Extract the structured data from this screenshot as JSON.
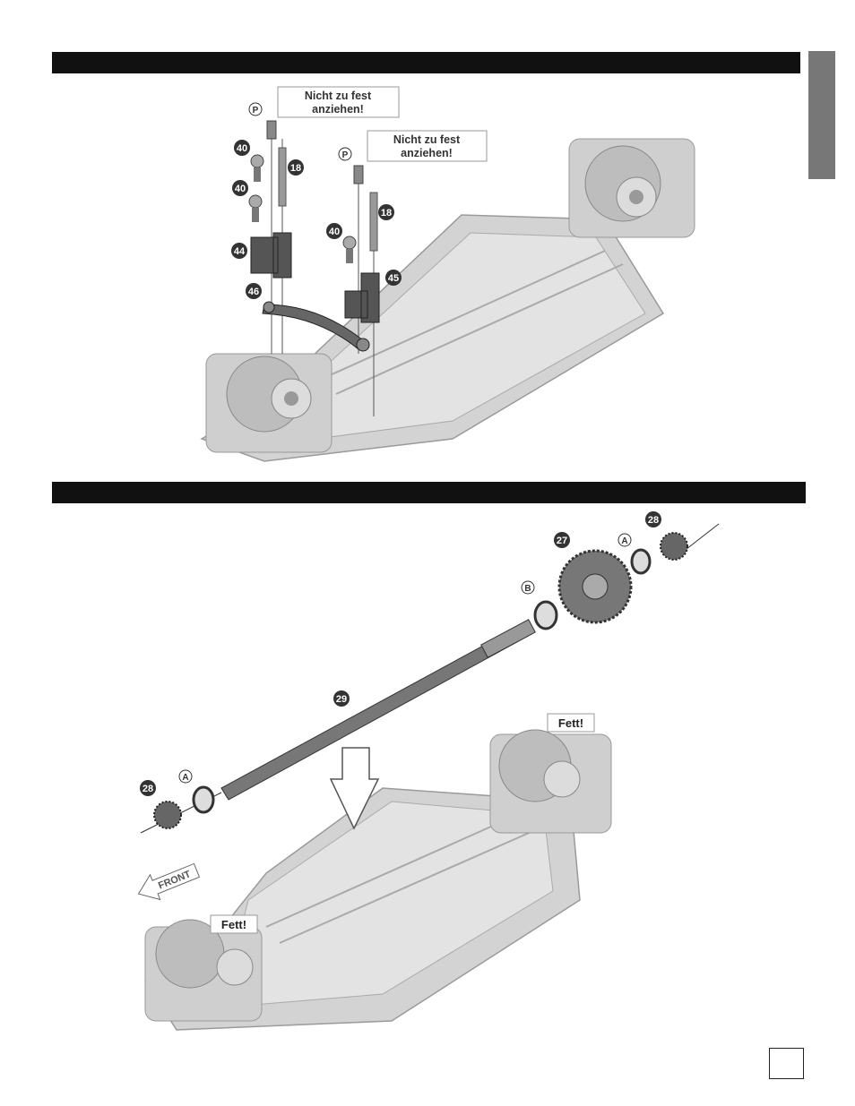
{
  "page": {
    "side_tab": {
      "color": "#777777"
    },
    "header_bar_color": "#111111"
  },
  "step1": {
    "callouts": [
      "Nicht zu fest anziehen!",
      "Nicht zu fest anziehen!"
    ],
    "callout_lines": [
      [
        "Nicht zu fest",
        "anziehen!"
      ],
      [
        "Nicht zu fest",
        "anziehen!"
      ]
    ],
    "part_labels": [
      "P",
      "P",
      "40",
      "40",
      "40",
      "18",
      "18",
      "44",
      "45",
      "46"
    ]
  },
  "step2": {
    "part_labels": [
      "28",
      "27",
      "A",
      "B",
      "29",
      "A",
      "28"
    ],
    "fett_labels": [
      "Fett!",
      "Fett!"
    ],
    "front_label": "FRONT"
  },
  "page_number": ""
}
